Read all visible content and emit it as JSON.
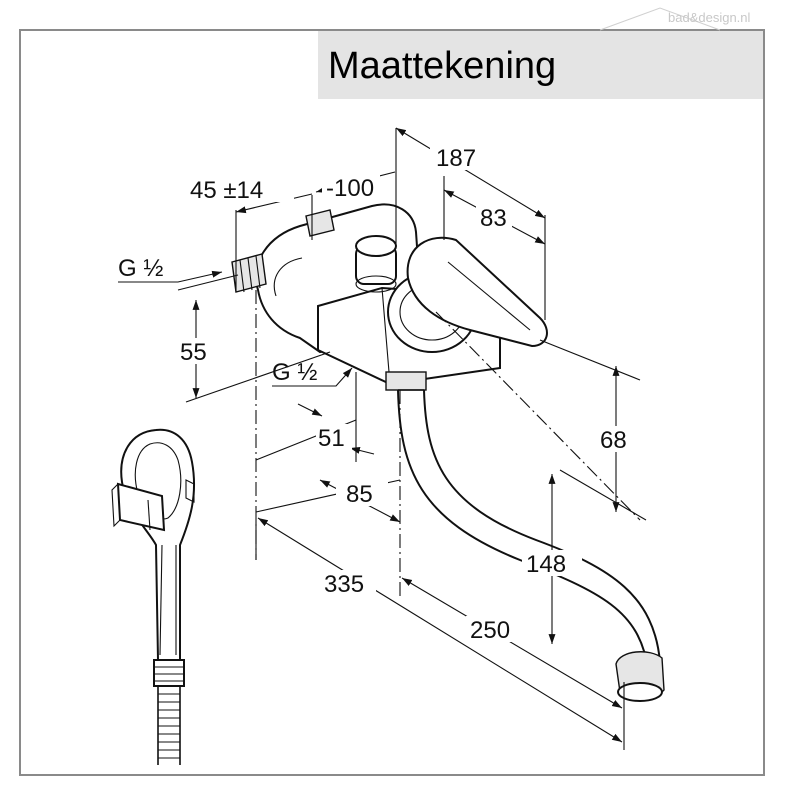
{
  "title": "Maattekening",
  "watermark": "bad&design.nl",
  "colors": {
    "title_band": "#e4e4e4",
    "frame": "#8a8a8a",
    "ink": "#111111"
  },
  "dimensions": {
    "d187": "187",
    "d45": "45 ±14",
    "d100": "-100",
    "d83": "83",
    "g_top": "G ½",
    "g_bottom": "G ½",
    "d55": "55",
    "d68": "68",
    "d51": "51",
    "d85": "85",
    "d148": "148",
    "d335": "335",
    "d250": "250"
  }
}
